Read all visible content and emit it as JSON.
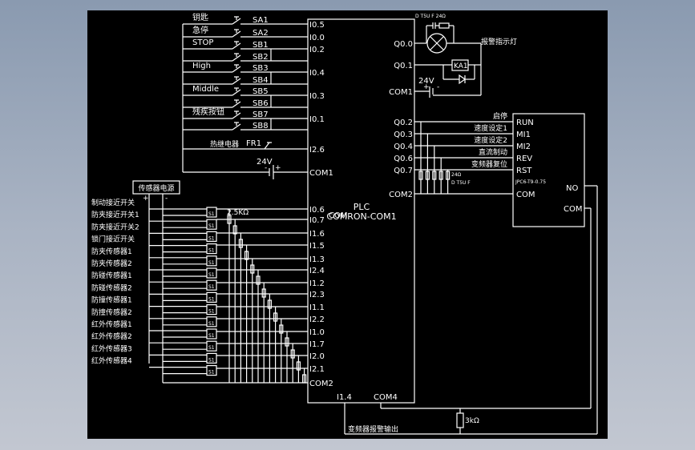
{
  "diagram": {
    "plc": {
      "title": "PLC",
      "model": "COMRON-COM1",
      "left_inputs_top": [
        "I0.5",
        "I0.0",
        "I0.2",
        "I0.4",
        "I0.3",
        "I0.1",
        "I2.6",
        "COM1"
      ],
      "left_inputs_sensors": [
        "I0.6",
        "I0.7",
        "I1.6",
        "I1.5",
        "I1.3",
        "I2.4",
        "I1.2",
        "I2.3",
        "I1.1",
        "I2.2",
        "I1.0",
        "I1.7",
        "I2.0",
        "I2.1",
        "COM2"
      ],
      "com_label_mid": "COM",
      "bottom_labels": [
        "I1.4",
        "COM4"
      ],
      "outputs": [
        "Q0.0",
        "Q0.1",
        "COM1",
        "Q0.2",
        "Q0.3",
        "Q0.4",
        "Q0.6",
        "Q0.7",
        "COM2"
      ]
    },
    "switches": [
      {
        "label": "钥匙",
        "id": "SA1"
      },
      {
        "label": "急停",
        "id": "SA2"
      },
      {
        "label": "STOP",
        "id": "SB1"
      },
      {
        "label": "",
        "id": "SB2"
      },
      {
        "label": "High",
        "id": "SB3"
      },
      {
        "label": "",
        "id": "SB4"
      },
      {
        "label": "Middle",
        "id": "SB5"
      },
      {
        "label": "",
        "id": "SB6"
      },
      {
        "label": "残疾按钮",
        "id": "SB7"
      },
      {
        "label": "",
        "id": "SB8"
      }
    ],
    "thermal_relay": {
      "label": "热继电器",
      "id": "FR1"
    },
    "supply_24v": {
      "label": "24V",
      "plus": "+",
      "minus": "-"
    },
    "sensor_power": {
      "label": "传感器电源",
      "plus": "+",
      "minus": "-"
    },
    "sensors": [
      "制动接近开关",
      "防夹接近开关1",
      "防夹接近开关2",
      "锁门接近开关",
      "防夹传感器1",
      "防夹传感器2",
      "防碰传感器1",
      "防碰传感器2",
      "防撞传感器1",
      "防撞传感器2",
      "红外传感器1",
      "红外传感器2",
      "红外传感器3",
      "红外传感器4"
    ],
    "sensor_symbol": "S1",
    "resistor_sensor": "2.5KΩ",
    "lamp": {
      "label": "报警指示灯",
      "spec": "D T5U F 24Ω"
    },
    "relay": {
      "id": "KA1"
    },
    "output_supply": {
      "label": "24V",
      "plus": "+",
      "minus": "-"
    },
    "vfd_signals": [
      "启停",
      "速度设定1",
      "速度设定2",
      "直流制动",
      "变频器复位"
    ],
    "rc_spec": {
      "value": "24Ω",
      "part": "D T5U F"
    },
    "vfd": {
      "model": "JPC6-T9-0.75",
      "terminals": [
        "RUN",
        "MI1",
        "MI2",
        "REV",
        "RST",
        "COM"
      ],
      "right_terminals": [
        "NO",
        "COM"
      ]
    },
    "alarm_resistor": "3kΩ",
    "alarm_output_label": "变频器报警输出"
  }
}
